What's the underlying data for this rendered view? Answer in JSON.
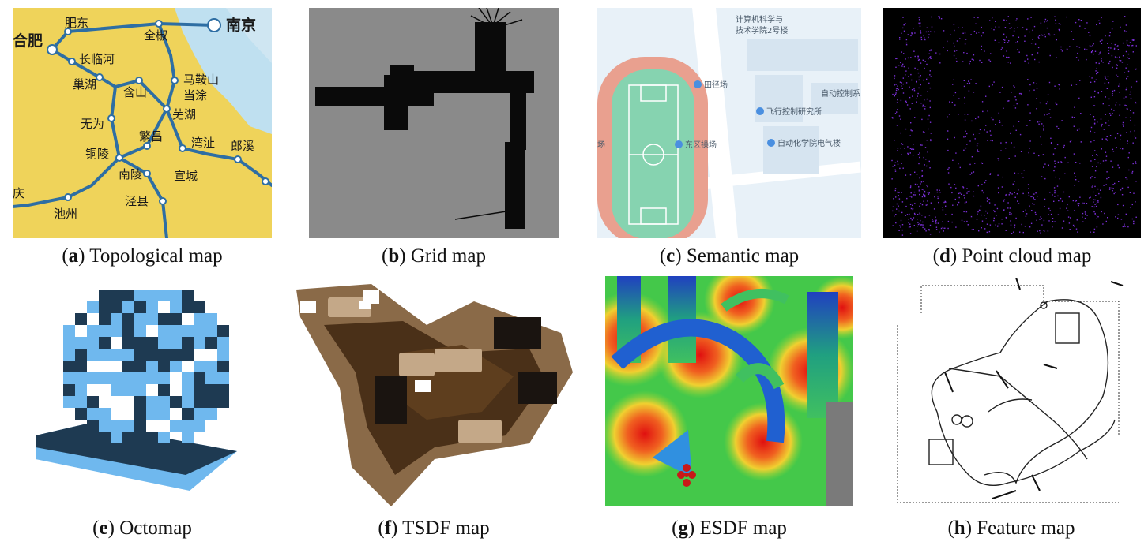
{
  "figure": {
    "panels": [
      {
        "letter": "a",
        "name": "Topological map"
      },
      {
        "letter": "b",
        "name": "Grid map"
      },
      {
        "letter": "c",
        "name": "Semantic map"
      },
      {
        "letter": "d",
        "name": "Point cloud map"
      },
      {
        "letter": "e",
        "name": "Octomap"
      },
      {
        "letter": "f",
        "name": "TSDF map"
      },
      {
        "letter": "g",
        "name": "ESDF map"
      },
      {
        "letter": "h",
        "name": "Feature map"
      }
    ]
  },
  "topo": {
    "cities": {
      "hefei": "合肥",
      "feidong": "肥东",
      "quanjiao": "全椒",
      "nanjing": "南京",
      "changlinhe": "长临河",
      "chaohu": "巢湖",
      "hanshan": "含山",
      "maanshan": "马鞍山",
      "dangtu": "当涂",
      "wuhu": "芜湖",
      "wuwei": "无为",
      "fanchang": "繁昌",
      "tongling": "铜陵",
      "wanzhi": "湾沚",
      "langxi": "郎溪",
      "nanling": "南陵",
      "xuancheng": "宣城",
      "qing": "庆",
      "chizhou": "池州",
      "jingxian": "泾县"
    }
  },
  "semantic": {
    "labels": {
      "cs_building_1": "计算机科学与",
      "cs_building_2": "技术学院2号楼",
      "track_field": "田径场",
      "automation_dept": "自动控制系",
      "flight_lab": "飞行控制研究所",
      "east_playground": "东区操场",
      "ee_building": "自动化学院电气楼",
      "edge_char": "场"
    }
  },
  "colors": {
    "land_yellow": "#efd35a",
    "water_blue": "#bfe0f0",
    "rail_blue": "#2e6ea3",
    "grid_gray": "#8a8a8a",
    "map_bg": "#e8f1f8",
    "track_red": "#e9a08f",
    "field_green": "#86d3b0",
    "point_purple": "#7a2fd6",
    "octo_light": "#6fb8ee",
    "octo_dark": "#1e3a52",
    "tsdf_brown": "#5a3c20"
  }
}
